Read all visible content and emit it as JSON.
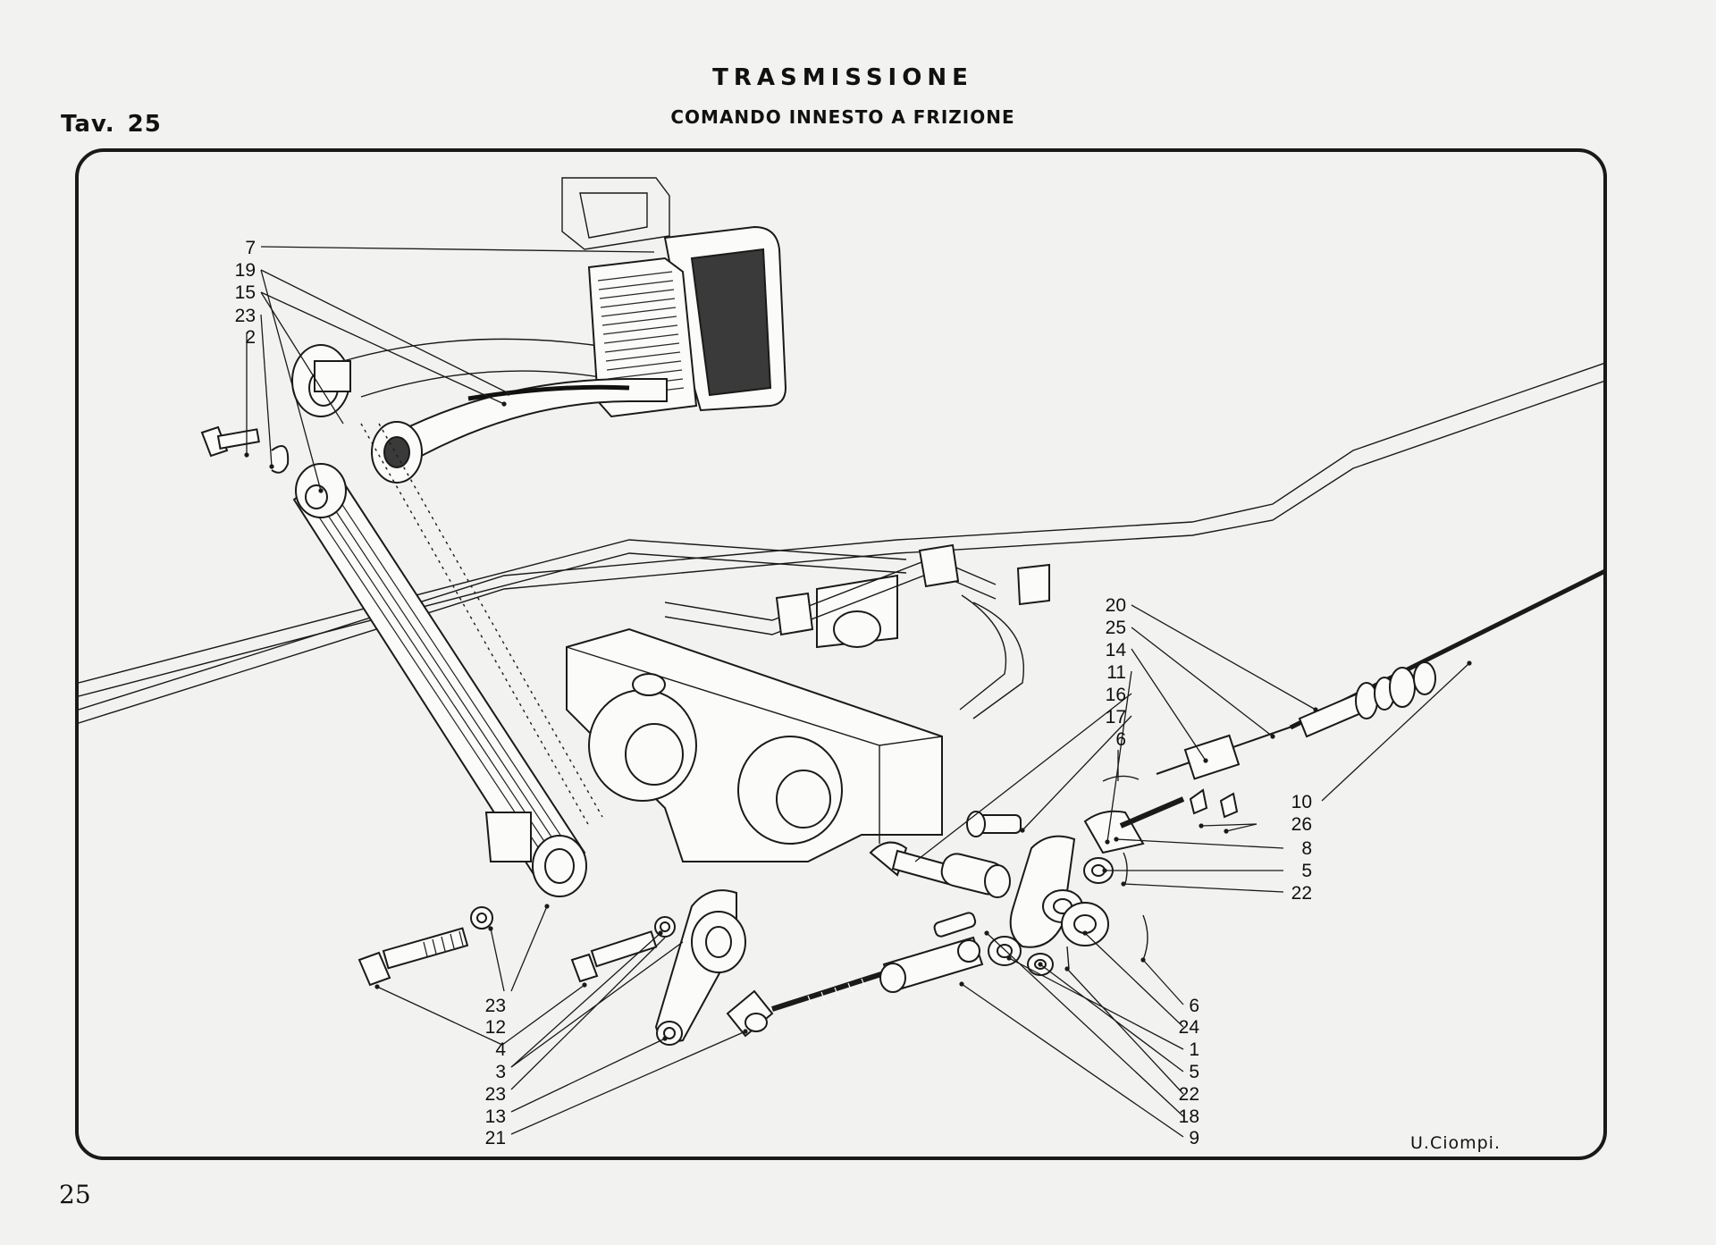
{
  "header": {
    "title": "TRASMISSIONE",
    "subtitle": "COMANDO INNESTO A FRIZIONE",
    "plate_prefix": "Tav.",
    "plate_number": "25"
  },
  "footer": {
    "page_number": "25",
    "signature": "U.Ciompi."
  },
  "callouts": {
    "top_left": [
      "7",
      "19",
      "15",
      "23",
      "2"
    ],
    "top_right": [
      "20",
      "25",
      "14",
      "11",
      "16",
      "17",
      "6"
    ],
    "right_upper": [
      "10",
      "26",
      "8",
      "5",
      "22"
    ],
    "right_lower": [
      "6",
      "24",
      "1",
      "5",
      "22",
      "18",
      "9"
    ],
    "bottom_left": [
      "23",
      "12",
      "4",
      "3",
      "23",
      "13",
      "21"
    ]
  }
}
